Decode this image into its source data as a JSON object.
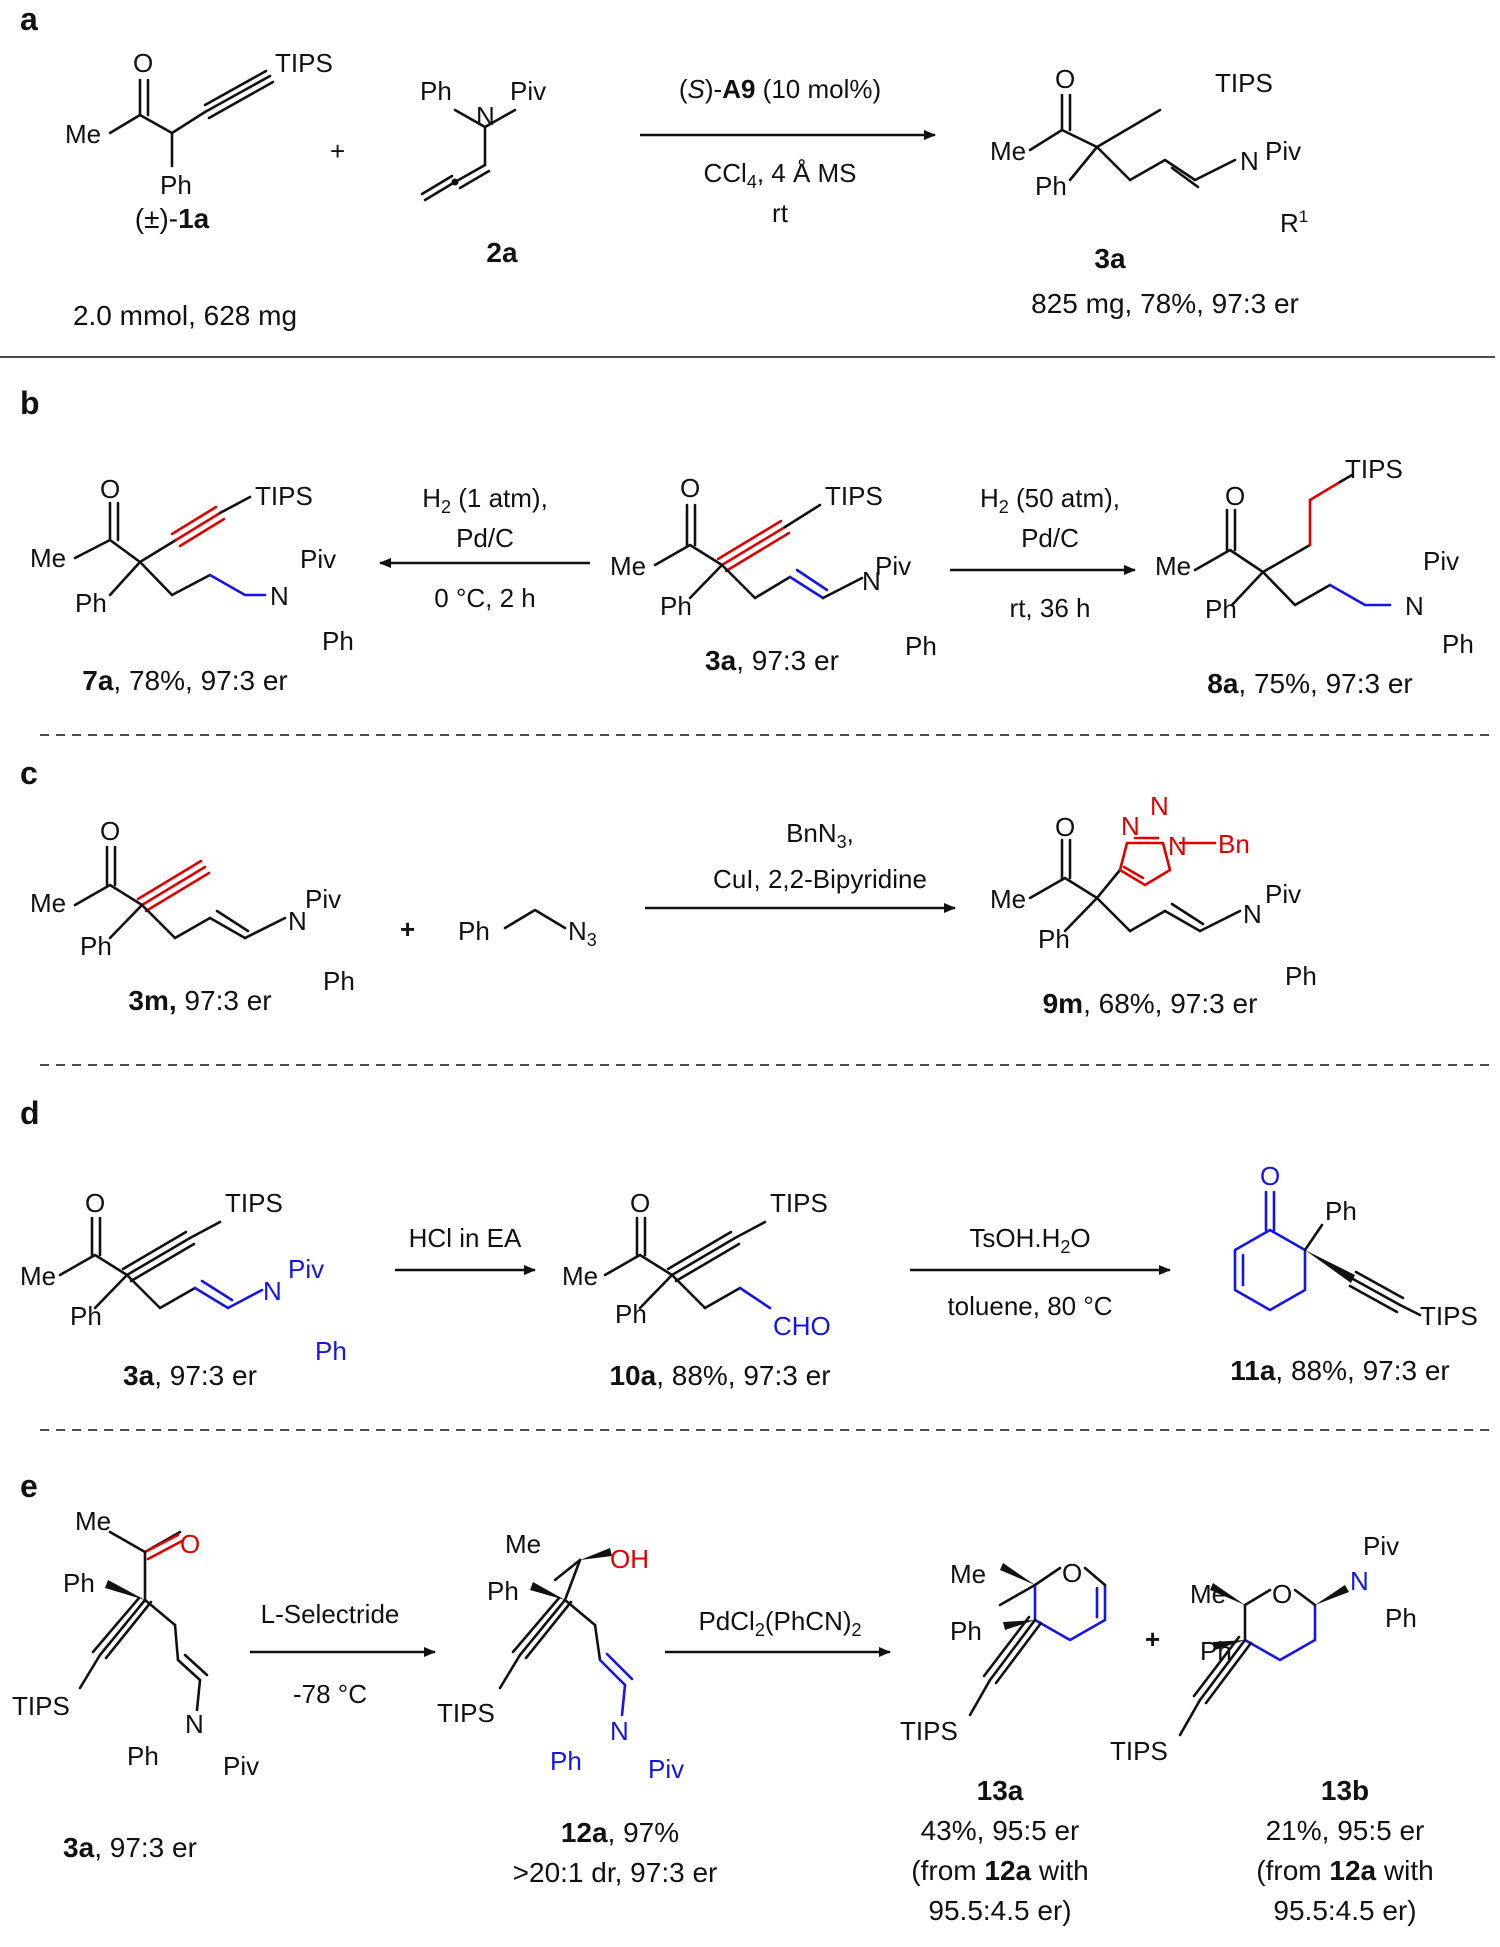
{
  "colors": {
    "ink": "#111111",
    "blue_highlight": "#1515e6",
    "red_highlight": "#e00000"
  },
  "labels": {
    "TIPS": "TIPS",
    "Me": "Me",
    "O": "O",
    "Ph": "Ph",
    "N": "N",
    "Piv": "Piv",
    "R1": "R",
    "R1_sup": "1",
    "Bn": "Bn",
    "N3": "N",
    "N3_sub": "3",
    "OH": "OH",
    "CHO": "CHO",
    "plus": "+"
  },
  "panels": [
    {
      "letter": "a",
      "reagents": [
        {
          "pre": "(",
          "italic": "S",
          "mid": ")-",
          "bold": "A9",
          "post": " (10 mol%)"
        },
        {
          "pre": "CCl",
          "sub": "4",
          "post": ", 4 Å MS"
        },
        {
          "text": "rt"
        }
      ],
      "captions": [
        {
          "pre": "(±)-",
          "bold": "1a",
          "post": ""
        },
        {
          "text": "2.0 mmol, 628 mg"
        },
        {
          "pre": "",
          "bold": "2a",
          "post": ""
        },
        {
          "pre": "",
          "bold": "3a",
          "post": ""
        },
        {
          "text": "825 mg, 78%, 97:3 er"
        }
      ]
    },
    {
      "letter": "b",
      "reagents_left": [
        {
          "pre": "H",
          "sub": "2",
          "post": " (1 atm),"
        },
        {
          "text": "Pd/C"
        },
        {
          "text": "0 °C, 2 h"
        }
      ],
      "reagents_right": [
        {
          "pre": "H",
          "sub": "2",
          "post": " (50 atm),"
        },
        {
          "text": "Pd/C"
        },
        {
          "text": "rt, 36 h"
        }
      ],
      "captions": [
        {
          "bold": "7a",
          "post": ", 78%, 97:3 er"
        },
        {
          "bold": "3a",
          "post": ", 97:3 er"
        },
        {
          "bold": "8a",
          "post": ", 75%, 97:3 er"
        }
      ]
    },
    {
      "letter": "c",
      "reagents": [
        {
          "pre": "BnN",
          "sub": "3",
          "post": ","
        },
        {
          "text": "CuI, 2,2-Bipyridine"
        }
      ],
      "captions": [
        {
          "bold": "3m,",
          "post": " 97:3 er"
        },
        {
          "bold": "9m",
          "post": ", 68%, 97:3 er"
        }
      ]
    },
    {
      "letter": "d",
      "reagents_left": [
        {
          "text": "HCl in EA"
        }
      ],
      "reagents_right": [
        {
          "pre": "TsOH.H",
          "sub": "2",
          "post": "O"
        },
        {
          "text": "toluene, 80 °C"
        }
      ],
      "captions": [
        {
          "bold": "3a",
          "post": ", 97:3 er"
        },
        {
          "bold": "10a",
          "post": ", 88%, 97:3 er"
        },
        {
          "bold": "11a",
          "post": ", 88%, 97:3 er"
        }
      ]
    },
    {
      "letter": "e",
      "reagents_left": [
        {
          "text": "L-Selectride"
        },
        {
          "text": "-78 °C"
        }
      ],
      "reagents_right": [
        {
          "pre": "PdCl",
          "sub": "2",
          "post": "(PhCN)",
          "sub2": "2"
        }
      ],
      "captions": [
        {
          "bold": "3a",
          "post": ", 97:3 er"
        },
        {
          "bold": "12a",
          "post": ", 97%"
        },
        {
          "text": ">20:1 dr, 97:3 er"
        },
        {
          "bold": "13a"
        },
        {
          "text": "43%, 95:5 er"
        },
        {
          "pre": "(from ",
          "bold": "12a",
          "post": " with"
        },
        {
          "text": "95.5:4.5 er)"
        },
        {
          "bold": "13b"
        },
        {
          "text": "21%, 95:5 er"
        },
        {
          "pre": "(from ",
          "bold": "12a",
          "post": " with"
        },
        {
          "text": "95.5:4.5 er)"
        }
      ]
    }
  ]
}
